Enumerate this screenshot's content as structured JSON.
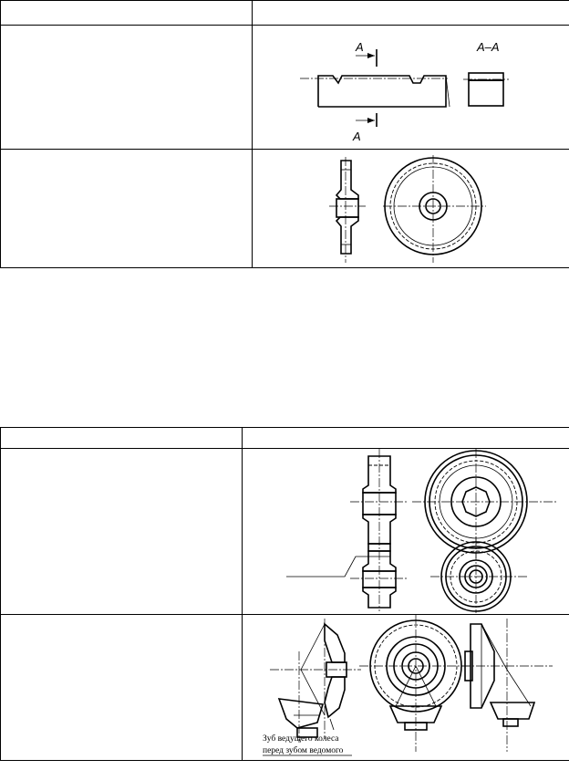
{
  "table1": {
    "header": [
      "",
      ""
    ],
    "rows": [
      {
        "description": "",
        "figure": "keyed-shaft-section",
        "labels": {
          "top": "A",
          "bottom": "A",
          "section": "A–A"
        }
      },
      {
        "description": "",
        "figure": "gear-wheel-views"
      }
    ]
  },
  "table2": {
    "header": [
      "",
      ""
    ],
    "rows": [
      {
        "description": "",
        "figure": "spur-gear-pair"
      },
      {
        "description": "",
        "figure": "bevel-gear-pair",
        "note": [
          "Зуб ведущего колеса",
          "перед зубом ведомого"
        ]
      }
    ]
  },
  "colors": {
    "ink": "#000000",
    "paper": "#ffffff"
  }
}
